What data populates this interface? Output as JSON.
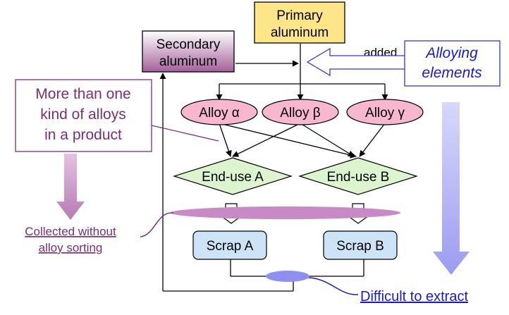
{
  "nodes": {
    "primary": [
      "Primary",
      "aluminum"
    ],
    "secondary": [
      "Secondary",
      "aluminum"
    ],
    "alloy_a": "Alloy α",
    "alloy_b": "Alloy β",
    "alloy_g": "Alloy γ",
    "enduse_a": "End-use A",
    "enduse_b": "End-use B",
    "scrap_a": "Scrap A",
    "scrap_b": "Scrap B"
  },
  "labels": {
    "added": "added",
    "alloying": [
      "Alloying",
      "elements"
    ],
    "more_than_one": [
      "More than one",
      "kind of alloys",
      "in a product"
    ],
    "collected": [
      "Collected without",
      "alloy sorting"
    ],
    "difficult": "Difficult to extract"
  },
  "colors": {
    "primary_fill": "#fde58a",
    "secondary_grad_top": "#ffffff",
    "secondary_grad_bottom": "#a4609a",
    "alloy_fill": "#f7b8cf",
    "enduse_fill": "#dcf5cf",
    "scrap_fill": "#cde4f7",
    "purple_text": "#7a2f78",
    "purple_band": "#c88ac5",
    "blue_text": "#1a1acc",
    "blue_arrow": "#a8a8f4"
  }
}
